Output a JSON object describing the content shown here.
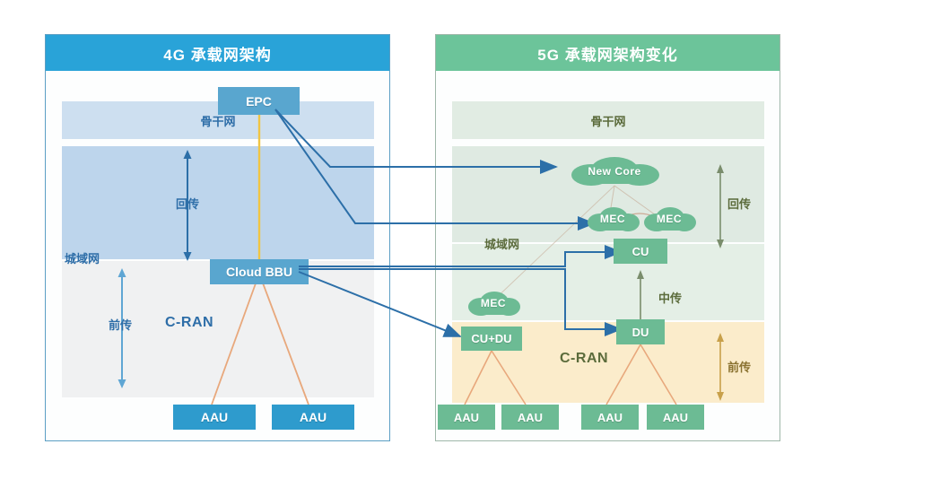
{
  "panels": {
    "left": {
      "title": "4G 承载网架构",
      "accent": "#29a3d8",
      "bands": {
        "backbone": "骨干网",
        "cran": "C-RAN"
      },
      "metro_label": "城域网",
      "haul": {
        "backhaul": "回传",
        "fronthaul": "前传"
      },
      "nodes": {
        "epc": "EPC",
        "cloud_bbu": "Cloud BBU",
        "aau": [
          "AAU",
          "AAU"
        ]
      }
    },
    "right": {
      "title": "5G 承载网架构变化",
      "accent": "#6cc49a",
      "bands": {
        "backbone": "骨干网",
        "cran": "C-RAN"
      },
      "metro_label": "城域网",
      "haul": {
        "backhaul": "回传",
        "midhaul": "中传",
        "fronthaul": "前传"
      },
      "nodes": {
        "new_core": "New Core",
        "mec_left": "MEC",
        "mec_right": "MEC",
        "mec_low": "MEC",
        "cu": "CU",
        "du": "DU",
        "cu_du": "CU+DU",
        "aau": [
          "AAU",
          "AAU",
          "AAU",
          "AAU"
        ]
      }
    }
  },
  "colors": {
    "blue_header": "#29a3d8",
    "green_header": "#6cc49a",
    "band_backbone_4g": "#cddff0",
    "band_backhaul_4g": "#bdd5ec",
    "band_cran_4g": "#f0f1f2",
    "band_backbone_5g": "#e1ece3",
    "band_backhaul_5g": "#dfeae2",
    "band_midhaul_5g": "#e4efe6",
    "band_cran_5g": "#fbeccb",
    "node_blue": "#2e9bcd",
    "node_green": "#6cbb94",
    "link_orange": "#e8a87c",
    "link_yellow": "#f0c544",
    "arrow_blue": "#2c6fa8",
    "arrow_green": "#7a8d6c"
  }
}
